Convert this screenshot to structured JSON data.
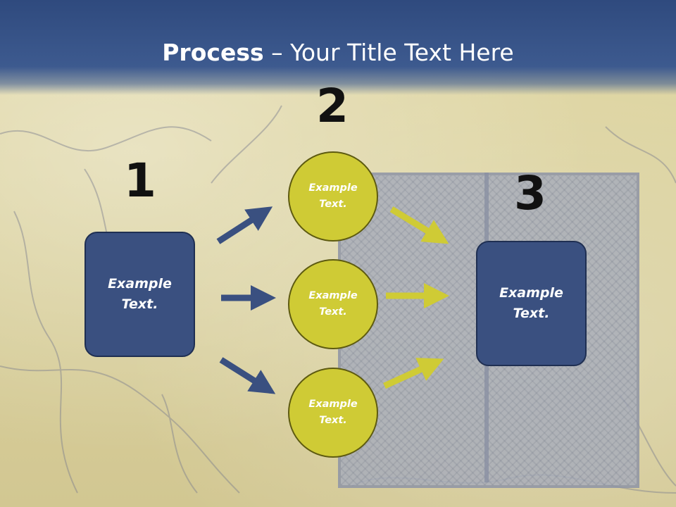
{
  "title": {
    "bold": "Process",
    "rest": " – Your Title Text Here"
  },
  "steps": {
    "one": "1",
    "two": "2",
    "three": "3"
  },
  "left_box": {
    "line1": "Example",
    "line2": "Text."
  },
  "circles": [
    {
      "line1": "Example",
      "line2": "Text."
    },
    {
      "line1": "Example",
      "line2": "Text."
    },
    {
      "line1": "Example",
      "line2": "Text."
    }
  ],
  "right_box": {
    "line1": "Example",
    "line2": "Text."
  },
  "colors": {
    "header": "#3d5a8f",
    "box": "#3a5080",
    "circle": "#cfcb35",
    "arrow_blue": "#3a5080",
    "arrow_yellow": "#cfcb35"
  }
}
